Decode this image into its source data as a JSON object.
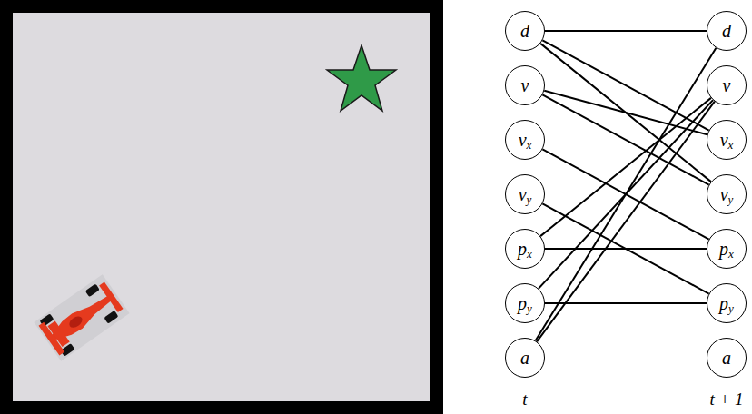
{
  "diagram": {
    "nodes": [
      {
        "text": [
          "d"
        ]
      },
      {
        "text": [
          "v"
        ]
      },
      {
        "text": [
          "v",
          "x"
        ]
      },
      {
        "text": [
          "v",
          "y"
        ]
      },
      {
        "text": [
          "p",
          "x"
        ]
      },
      {
        "text": [
          "p",
          "y"
        ]
      },
      {
        "text": [
          "a"
        ]
      },
      {
        "text": [
          "d"
        ]
      },
      {
        "text": [
          "v"
        ]
      },
      {
        "text": [
          "v",
          "x"
        ]
      },
      {
        "text": [
          "v",
          "y"
        ]
      },
      {
        "text": [
          "p",
          "x"
        ]
      },
      {
        "text": [
          "p",
          "y"
        ]
      },
      {
        "text": [
          "a"
        ]
      }
    ],
    "edges": [
      {
        "from": 0,
        "to": 7,
        "arrow": "none"
      },
      {
        "from": 0,
        "to": 9,
        "arrow": "none"
      },
      {
        "from": 0,
        "to": 10,
        "arrow": "none"
      },
      {
        "from": 1,
        "to": 9,
        "arrow": "none"
      },
      {
        "from": 1,
        "to": 10,
        "arrow": "none"
      },
      {
        "from": 2,
        "to": 11,
        "arrow": "none"
      },
      {
        "from": 3,
        "to": 12,
        "arrow": "none"
      },
      {
        "from": 4,
        "to": 11,
        "arrow": "none"
      },
      {
        "from": 4,
        "to": 8,
        "arrow": "none"
      },
      {
        "from": 5,
        "to": 12,
        "arrow": "none"
      },
      {
        "from": 5,
        "to": 8,
        "arrow": "none"
      },
      {
        "from": 6,
        "to": 8,
        "arrow": "none"
      },
      {
        "from": 6,
        "to": 7,
        "arrow": "none"
      }
    ],
    "labels": [
      "t",
      "t + 1"
    ]
  }
}
